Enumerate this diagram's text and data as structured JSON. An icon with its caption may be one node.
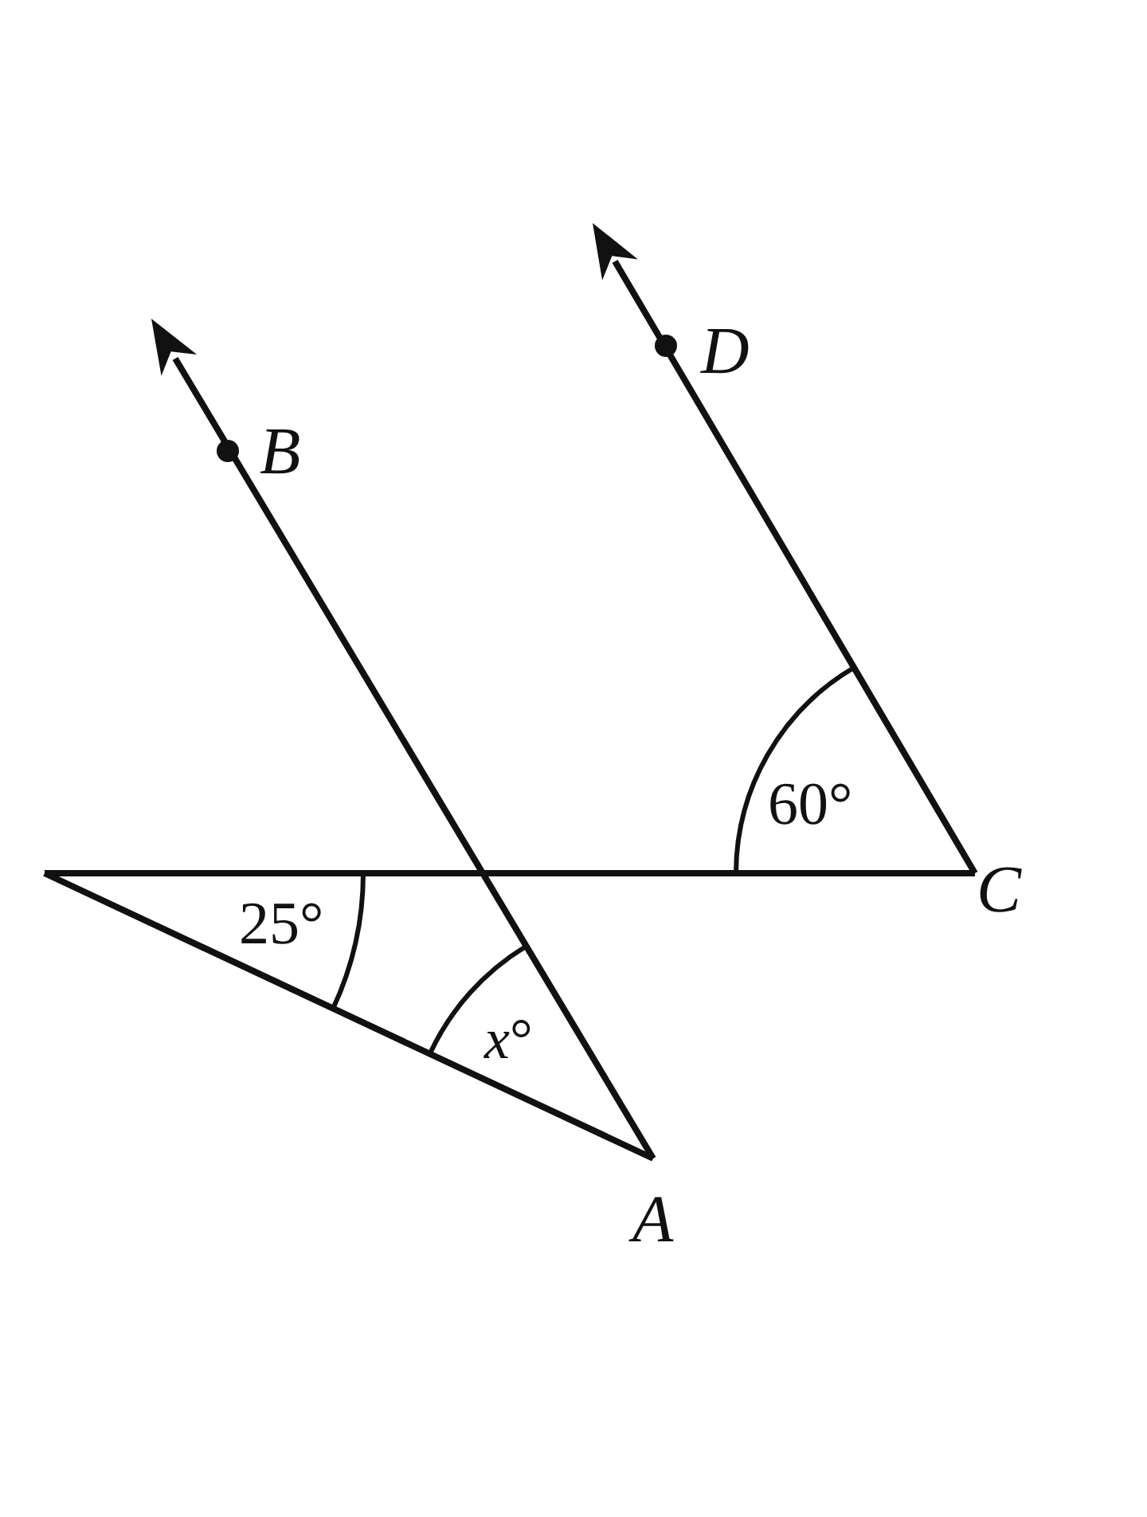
{
  "diagram": {
    "labels": [
      "D",
      "B",
      "60°",
      "C",
      "25°",
      "*x*°",
      "A"
    ]
  }
}
